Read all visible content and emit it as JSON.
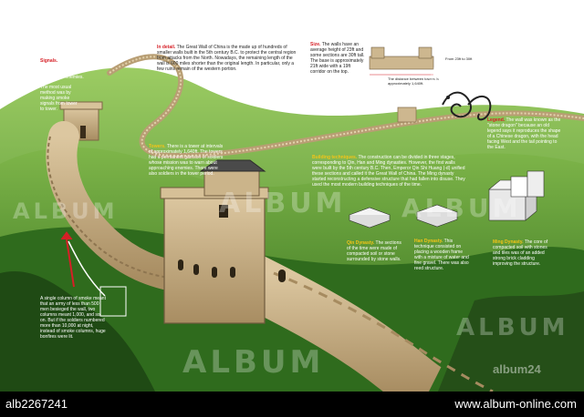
{
  "title": "GREAT WALL OF CHINA",
  "notes": {
    "detail": {
      "head": "In detail.",
      "body": "The Great Wall of China is the made up of hundreds of smaller walls built in the 5th century B.C. to protect the central region from attacks from the North. Nowadays, the remaining length of the wall is 600 miles shorter than the original length. In particular, only a few ruins remain of the western portion."
    },
    "size": {
      "head": "Size.",
      "body": "The walls have an average height of 23ft and some sections are 30ft tall. The base is approximately 21ft wide with a 19ft corridor on the top.",
      "from_label": "From 23ft to 30ft",
      "distance_label": "The distance between towers is approximately 1,640ft."
    },
    "signals": {
      "head": "Signals.",
      "body": "Communication between the towers was essential to alert the presence of enemies."
    },
    "method": {
      "body": "The most usual method was by making smoke signals from tower to tower."
    },
    "towers": {
      "head": "Towers.",
      "body": "There is a tower at intervals of approximately 1,640ft. The towers had a permanent garrison of soldiers whose mission was to warn about approaching enemies. There were also soldiers in the tower period."
    },
    "legend": {
      "head": "Legend.",
      "body": "The wall was known as the \"stone dragon\" because an old legend says it reproduces the shape of a Chinese dragon, with the head facing West and the tail pointing to the East."
    },
    "building": {
      "head": "Building techniques.",
      "body": "The construction can be divided in three stages, corresponding to Qin, Han and Ming dynasties. However, the first walls were built by the 5th century B.C. Then, Emperor Qin Shi Huang (-d) unified these sections and called it the Great Wall of China. The Ming dynasty started reconstructing a defensive structure that had fallen into disuse. They used the most modern building techniques of the time."
    },
    "qin": {
      "head": "Qin Dynasty.",
      "body": "The sections of the time were made of compacted soil or stone surrounded by stone walls."
    },
    "han": {
      "head": "Han Dynasty.",
      "body": "This technique consisted on placing a wooden frame with a mixture of water and fine gravel. There was also reed structure."
    },
    "ming": {
      "head": "Ming Dynasty.",
      "body": "The core of compacted soil with stones and tiles was of an added strong brick cladding improving the structure."
    },
    "smoke": {
      "body": "A single column of smoke meant that an army of less than 500 men besieged the wall, two columns meant 1,000, and so on. But if the soldiers numbered more than 10,000 at night, instead of smoke columns, huge bonfires were lit."
    }
  },
  "watermarks": [
    "ALBUM",
    "ALBUM",
    "ALBUM",
    "ALBUM",
    "ALBUM",
    "ALBUM"
  ],
  "badge": "album24",
  "footer": {
    "id": "alb2267241",
    "url": "www.album-online.com"
  },
  "colors": {
    "sky": "#ffffff",
    "grass": "#4f8f2c",
    "grass_light": "#8cc25a",
    "wall": "#c9b28a",
    "accent_red": "#d61f26",
    "accent_yellow": "#f2c418"
  }
}
